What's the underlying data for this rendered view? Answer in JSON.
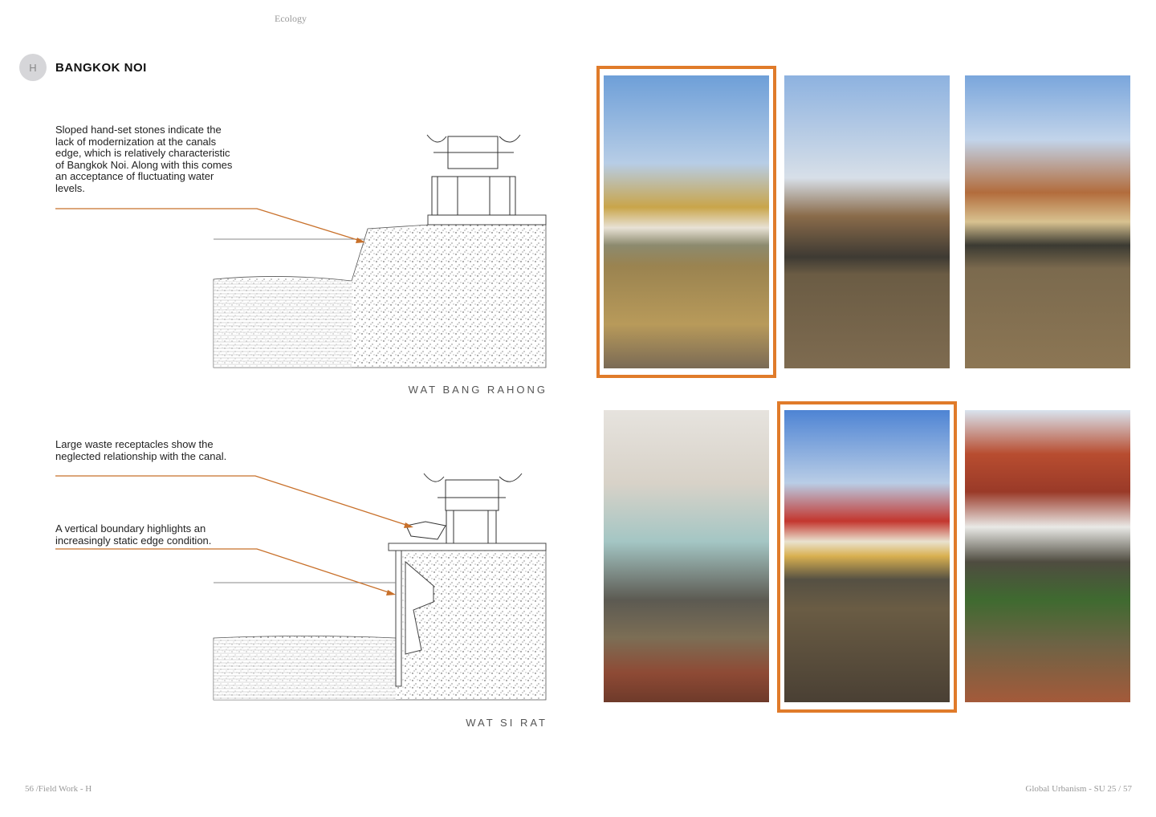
{
  "header": {
    "section": "Ecology",
    "badge": "H",
    "title": "BANGKOK NOI"
  },
  "sections": [
    {
      "caption": "WAT BANG RAHONG",
      "notes": [
        "Sloped hand-set stones indicate the lack of modernization at the canals edge, which is relatively characteristic of Bangkok Noi. Along with this comes an acceptance of fluctuating water levels."
      ]
    },
    {
      "caption": "WAT SI RAT",
      "notes": [
        "Large waste receptacles show the neglected relationship with the canal.",
        "A vertical boundary highlights an increasingly static edge condition."
      ]
    }
  ],
  "footer": {
    "left": "56 /Field Work - H",
    "right": "Global Urbanism - SU 25 / 57"
  },
  "colors": {
    "accent": "#e07b2a",
    "badge": "#d6d6d9"
  }
}
